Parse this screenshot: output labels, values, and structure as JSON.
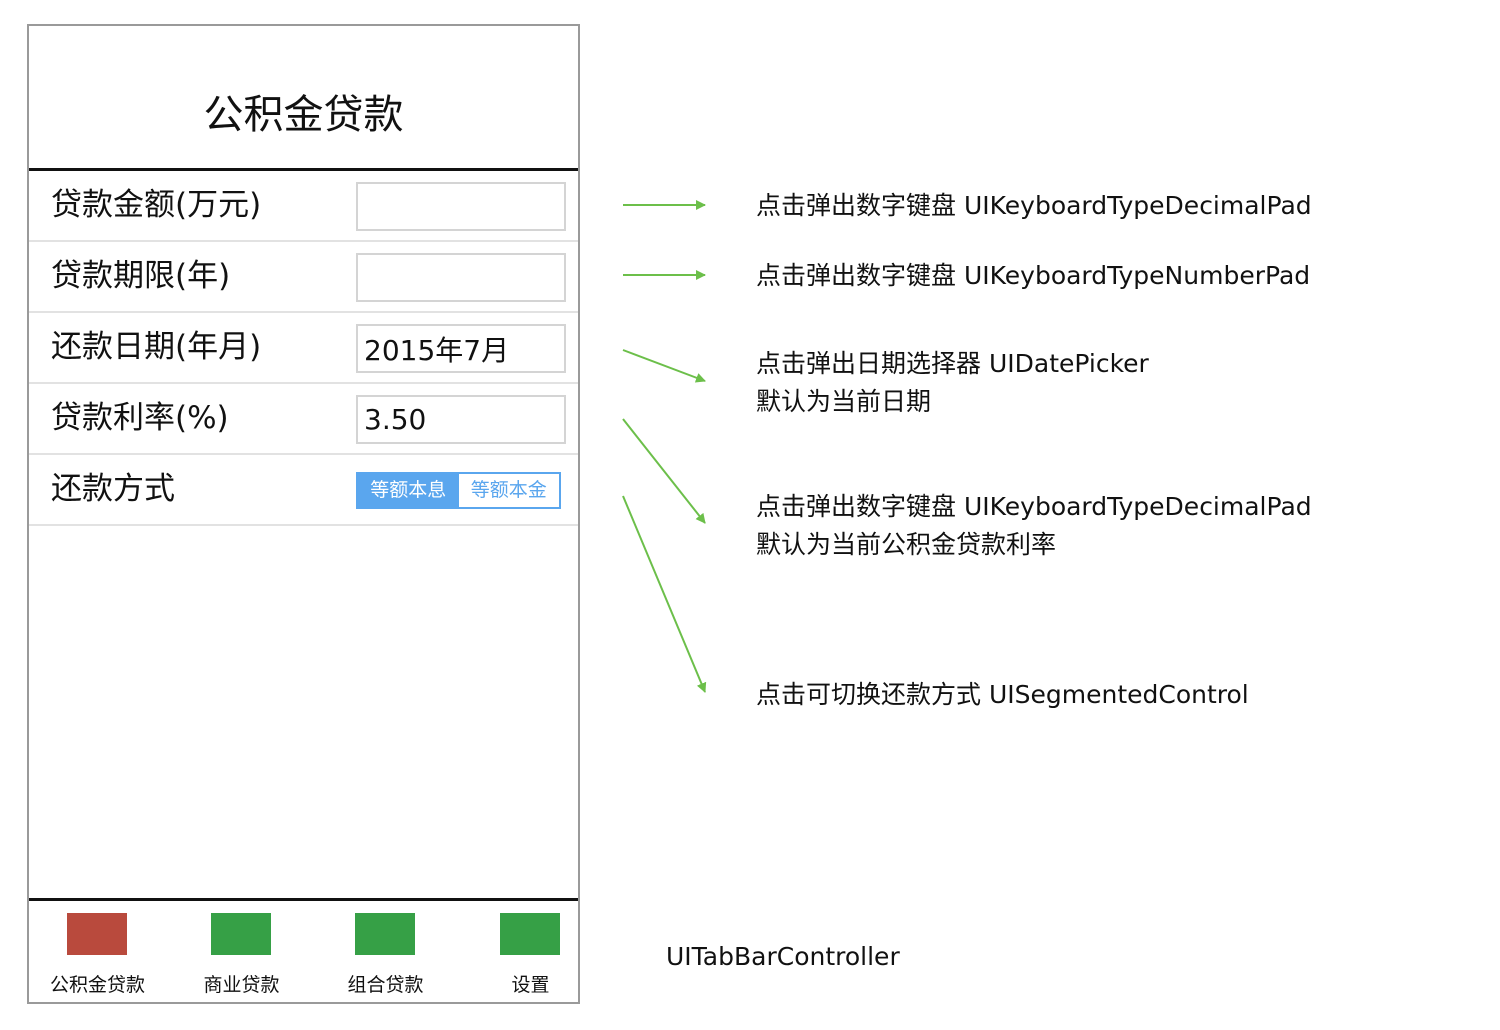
{
  "navbar": {
    "title": "公积金贷款"
  },
  "form": {
    "rows": [
      {
        "label": "贷款金额(万元)",
        "value": "",
        "placeholder": ""
      },
      {
        "label": "贷款期限(年)",
        "value": "",
        "placeholder": ""
      },
      {
        "label": "还款日期(年月)",
        "value": "2015年7月",
        "placeholder": ""
      },
      {
        "label": "贷款利率(%)",
        "value": "3.50",
        "placeholder": ""
      },
      {
        "label": "还款方式"
      }
    ],
    "repayment_segments": {
      "options": [
        "等额本息",
        "等额本金"
      ],
      "selected": "等额本息"
    }
  },
  "tabbar": {
    "items": [
      {
        "label": "公积金贷款",
        "icon_color": "#b94a3d",
        "selected": true
      },
      {
        "label": "商业贷款",
        "icon_color": "#36a046",
        "selected": false
      },
      {
        "label": "组合贷款",
        "icon_color": "#36a046",
        "selected": false
      },
      {
        "label": "设置",
        "icon_color": "#36a046",
        "selected": false
      }
    ]
  },
  "annotations": [
    {
      "lines": [
        "点击弹出数字键盘 UIKeyboardTypeDecimalPad"
      ]
    },
    {
      "lines": [
        "点击弹出数字键盘 UIKeyboardTypeNumberPad"
      ]
    },
    {
      "lines": [
        "点击弹出日期选择器 UIDatePicker",
        "默认为当前日期"
      ]
    },
    {
      "lines": [
        "点击弹出数字键盘 UIKeyboardTypeDecimalPad",
        "默认为当前公积金贷款利率"
      ]
    },
    {
      "lines": [
        "点击可切换还款方式 UISegmentedControl"
      ]
    }
  ],
  "tabbar_caption": "UITabBarController",
  "colors": {
    "accent": "#5aa6ee",
    "arrow": "#6cbf4a",
    "selected_tab": "#b94a3d",
    "unselected_tab": "#36a046"
  }
}
